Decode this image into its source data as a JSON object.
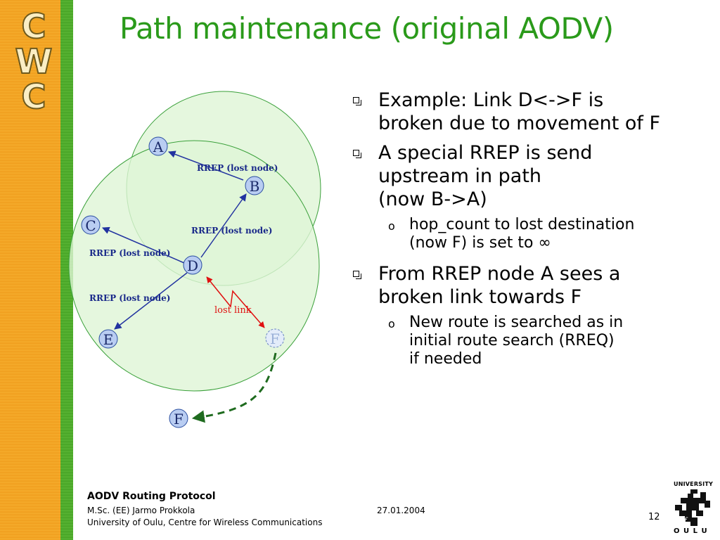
{
  "slide": {
    "title": "Path maintenance (original AODV)"
  },
  "logo": {
    "letters": [
      "C",
      "W",
      "C"
    ]
  },
  "diagram": {
    "nodes": {
      "A": "A",
      "B": "B",
      "C": "C",
      "D": "D",
      "E": "E",
      "F_old": "F",
      "F_new": "F"
    },
    "labels": {
      "rrep_ab": "RREP (lost node)",
      "rrep_db": "RREP (lost node)",
      "rrep_dc": "RREP (lost node)",
      "rrep_de": "RREP (lost node)",
      "lost_link": "lost link"
    },
    "colors": {
      "circle_fill": "#dff5d6",
      "circle_stroke": "#3aa03a",
      "node_fill": "#b9cdf2",
      "arrow": "#2233a0",
      "lost_link": "#e01010",
      "move_arrow": "#1f6b1f",
      "label": "#1a2a8a"
    }
  },
  "bullets": [
    {
      "lines": [
        "Example: Link D<->F is",
        "broken due to movement of F"
      ],
      "sub": []
    },
    {
      "lines": [
        "A special RREP is send",
        "upstream in path",
        "(now B->A)"
      ],
      "sub": [
        {
          "lines": [
            "hop_count to lost destination",
            "(now F) is set to ∞"
          ]
        }
      ]
    },
    {
      "lines": [
        "From RREP node A sees a",
        "broken link towards F"
      ],
      "sub": [
        {
          "lines": [
            "New route is searched as in",
            "initial route search (RREQ)",
            "if needed"
          ]
        }
      ]
    }
  ],
  "sub_marker": "o",
  "footer": {
    "title": "AODV Routing Protocol",
    "author": "M.Sc. (EE) Jarmo Prokkola",
    "org": "University of Oulu, Centre for Wireless Communications",
    "date": "27.01.2004",
    "page": "12"
  },
  "university_logo": {
    "top": "UNIVERSITY",
    "of": "of",
    "bottom": "O U L U"
  }
}
